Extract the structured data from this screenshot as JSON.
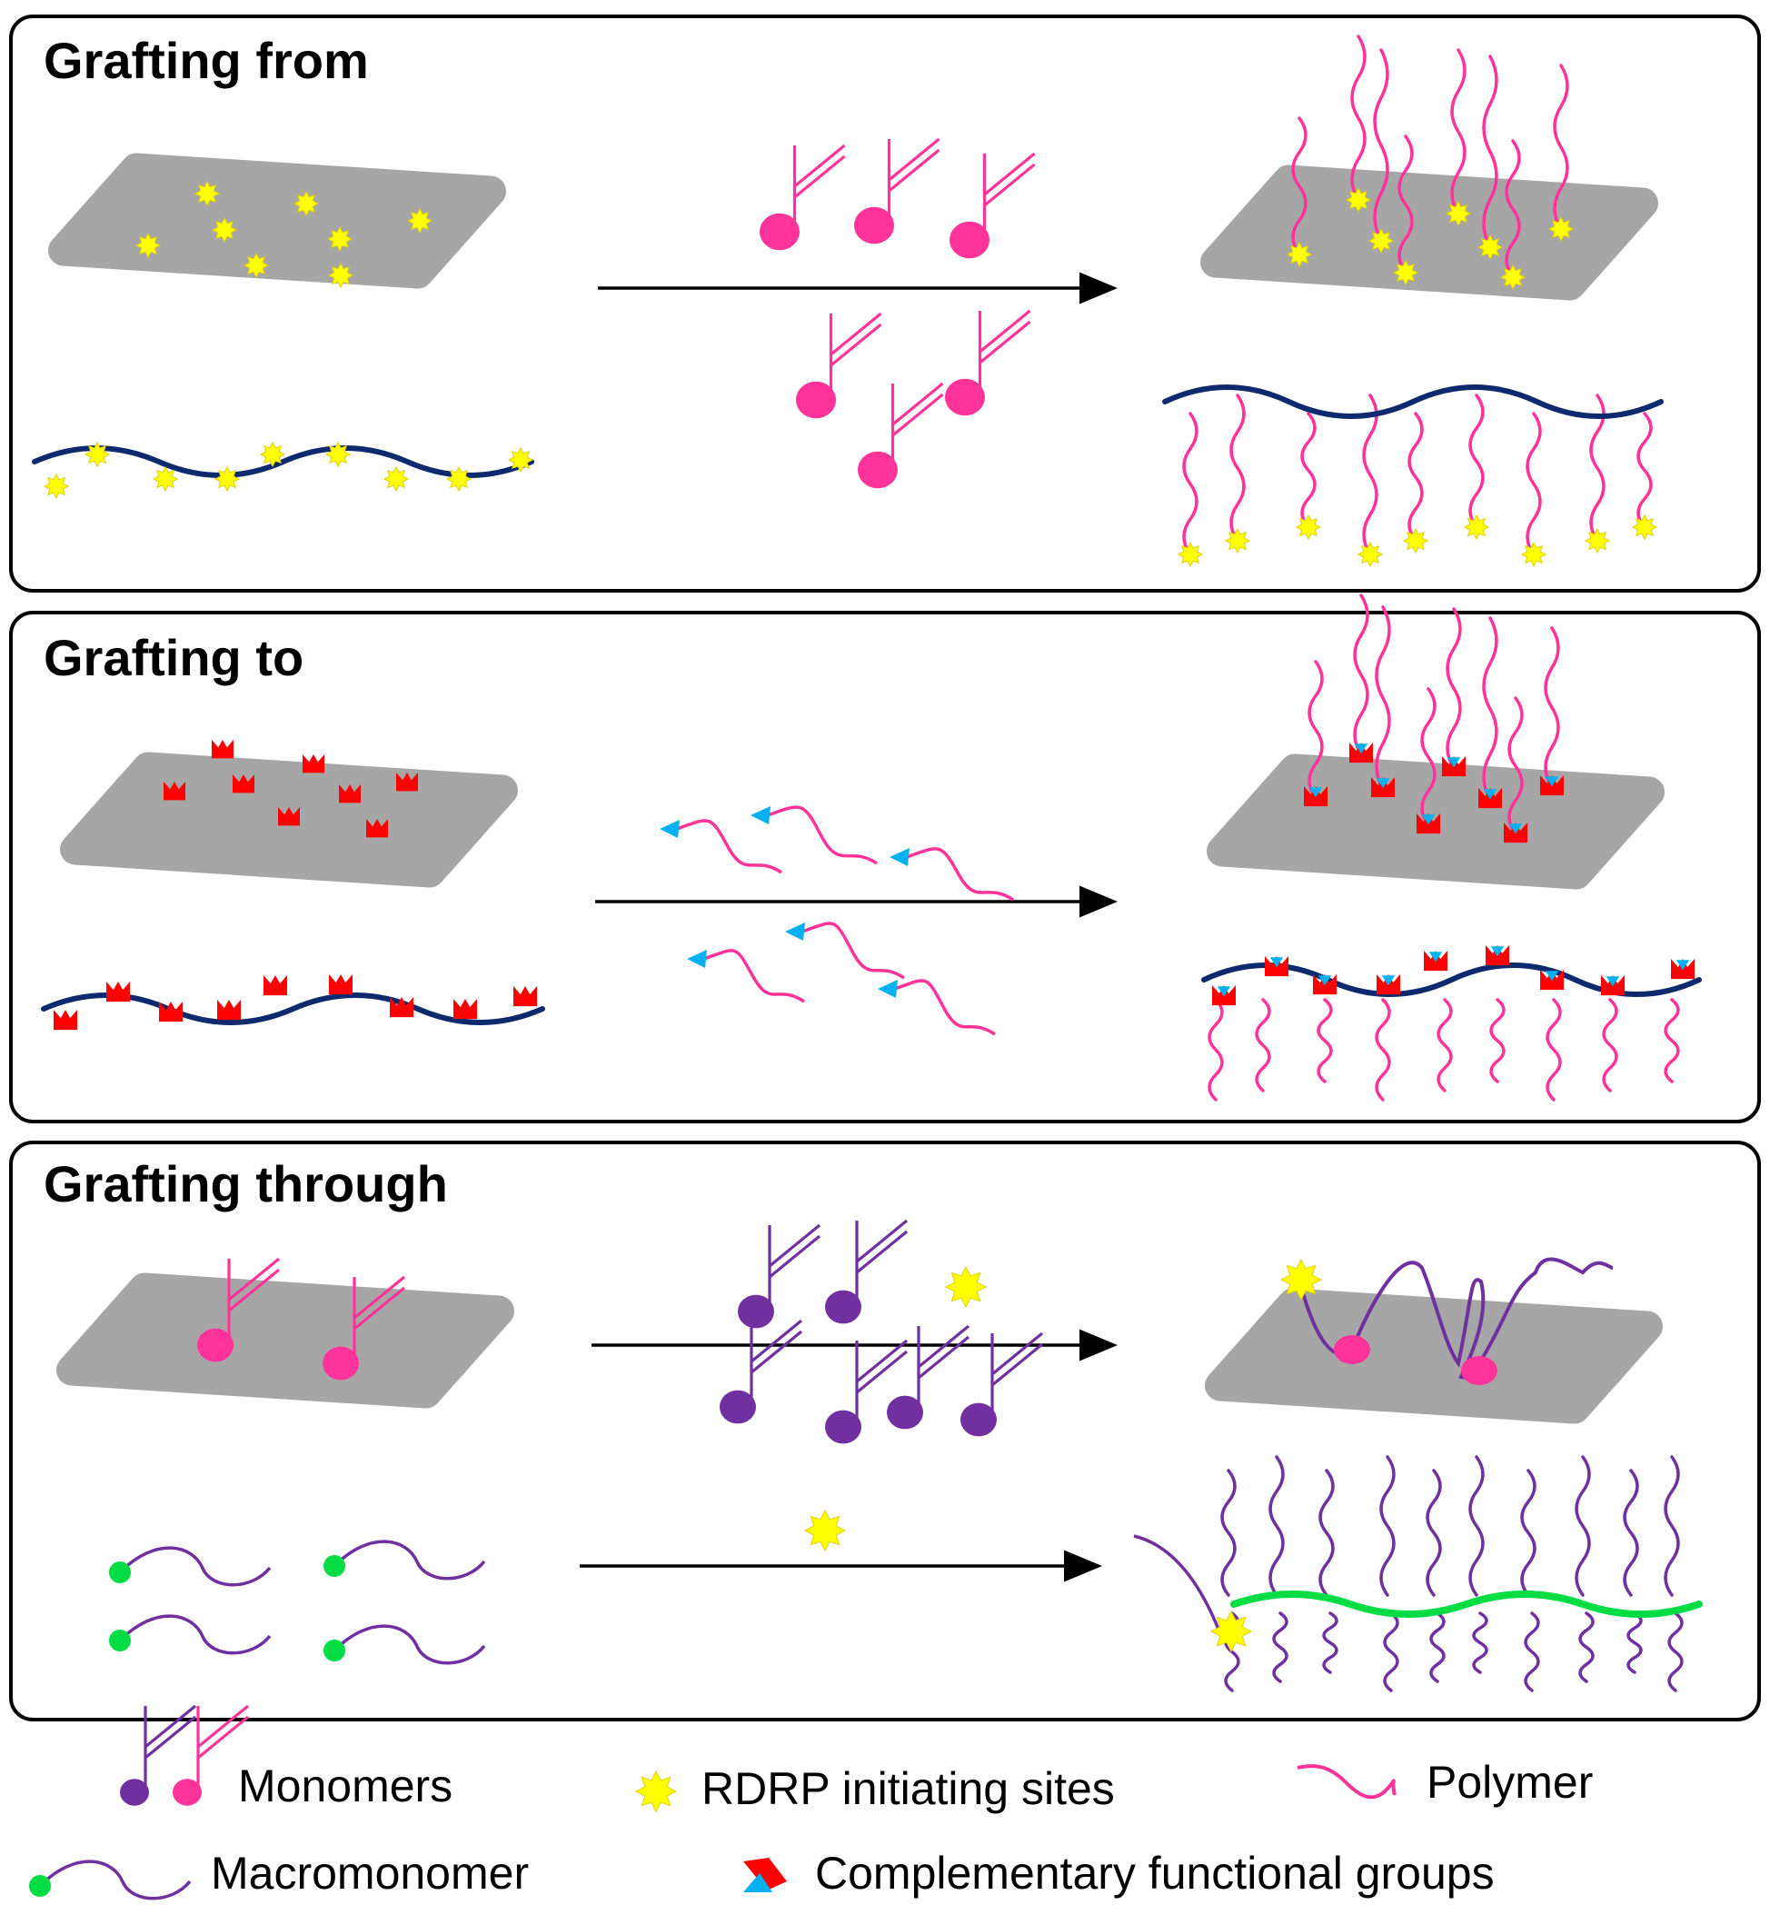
{
  "panels": [
    {
      "title": "Grafting from"
    },
    {
      "title": "Grafting to"
    },
    {
      "title": "Grafting through"
    }
  ],
  "legend": {
    "monomers": "Monomers",
    "rdrp": "RDRP initiating sites",
    "polymer": "Polymer",
    "macromonomer": "Macromonomer",
    "complementary": "Complementary functional groups"
  },
  "colors": {
    "substrate": "#a6a6a6",
    "backbone": "#0d2a6e",
    "polymer": "#ff3399",
    "purple": "#7030a0",
    "yellow": "#ffff00",
    "red": "#ff0000",
    "cyan": "#00b0f0",
    "green": "#00dd44"
  }
}
